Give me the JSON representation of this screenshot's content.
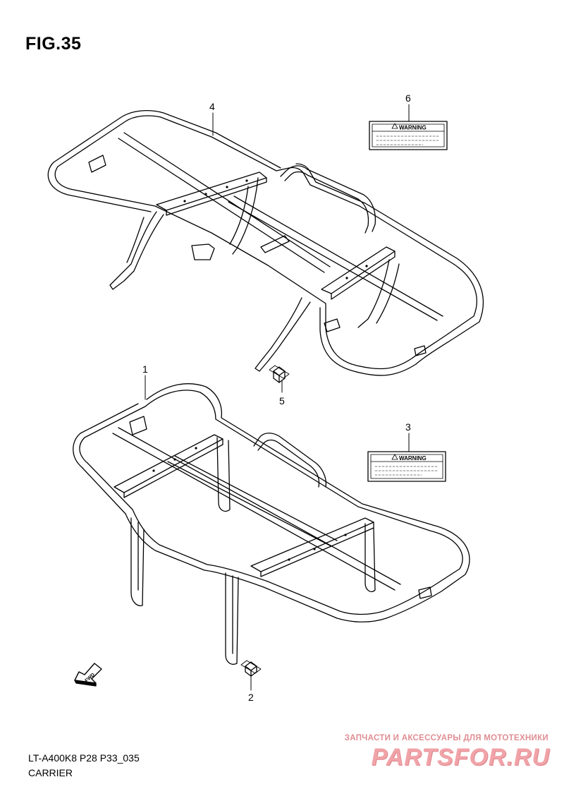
{
  "figure": {
    "title": "FIG.35"
  },
  "callouts": {
    "p1": "1",
    "p2": "2",
    "p3": "3",
    "p4": "4",
    "p5": "5",
    "p6": "6"
  },
  "labels": {
    "warning_text": "WARNING"
  },
  "fwd_label": "FWD",
  "footer": {
    "model_code": "LT-A400K8 P28 P33_035",
    "section_name": "CARRIER"
  },
  "watermark": {
    "tagline": "ЗАПЧАСТИ И АКСЕССУАРЫ ДЛЯ МОТОТЕХНИКИ",
    "logo": "PARTSFOR.RU"
  }
}
